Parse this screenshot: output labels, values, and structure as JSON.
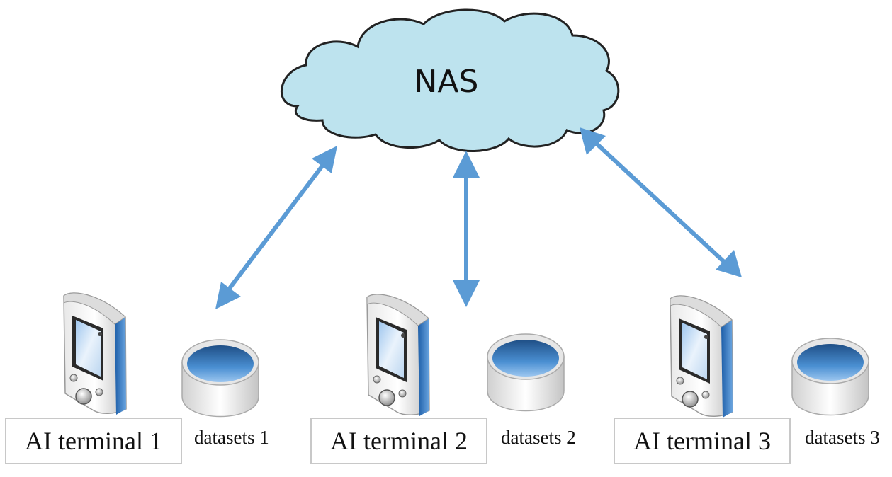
{
  "cloud": {
    "label": "NAS"
  },
  "colors": {
    "cloud_fill": "#bde3ee",
    "cloud_stroke": "#222222",
    "arrow": "#5b9bd5",
    "device_accent": "#2f6fb5",
    "disk_top": "#3d7fc4"
  },
  "nodes": [
    {
      "terminal_label": "AI terminal 1",
      "dataset_label": "datasets 1",
      "device_icon": "pda-device-icon",
      "dataset_icon": "database-disk-icon"
    },
    {
      "terminal_label": "AI terminal 2",
      "dataset_label": "datasets 2",
      "device_icon": "pda-device-icon",
      "dataset_icon": "database-disk-icon"
    },
    {
      "terminal_label": "AI terminal 3",
      "dataset_label": "datasets 3",
      "device_icon": "pda-device-icon",
      "dataset_icon": "database-disk-icon"
    }
  ],
  "connections": [
    {
      "from": "NAS",
      "to": "AI terminal 1",
      "direction": "bidirectional"
    },
    {
      "from": "NAS",
      "to": "AI terminal 2",
      "direction": "bidirectional"
    },
    {
      "from": "NAS",
      "to": "AI terminal 3",
      "direction": "bidirectional"
    }
  ]
}
